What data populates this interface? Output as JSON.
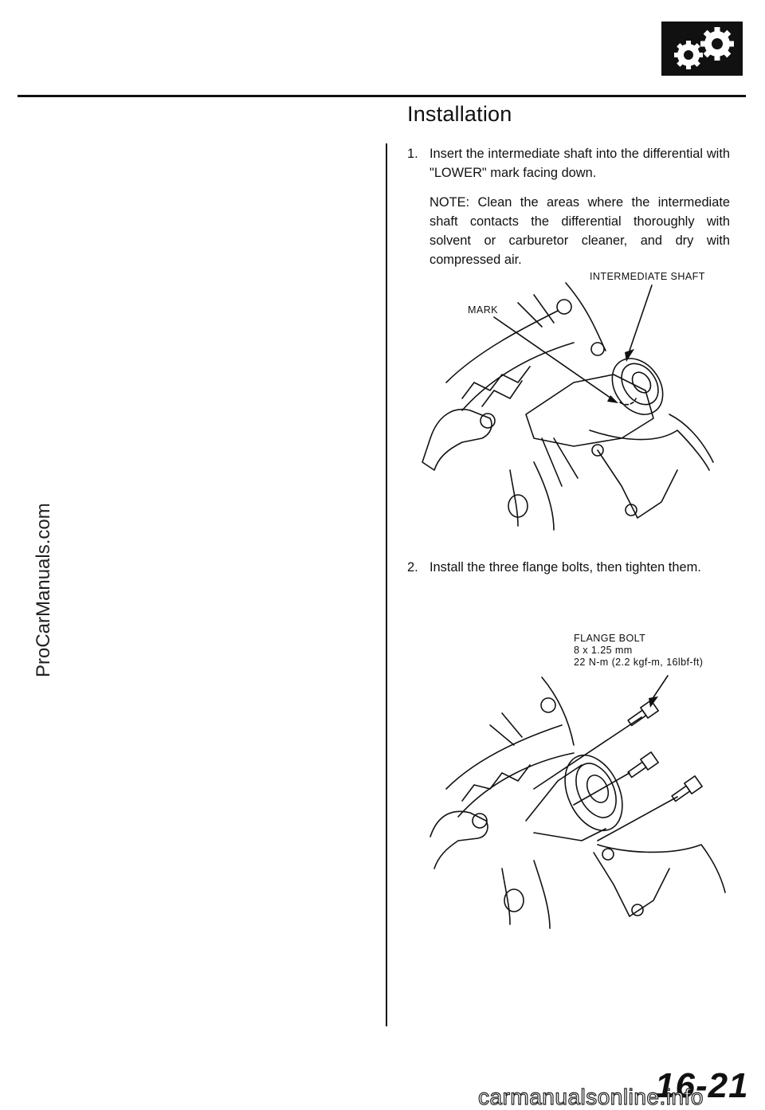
{
  "header": {
    "logo_icon": "gears-icon"
  },
  "section": {
    "title": "Installation"
  },
  "steps": [
    {
      "number": "1.",
      "text": "Insert the intermediate shaft into the differential with \"LOWER\" mark facing down."
    },
    {
      "number": "2.",
      "text": "Install the three flange bolts, then tighten them."
    }
  ],
  "note": "NOTE: Clean the areas where the intermediate shaft contacts the differential thoroughly with solvent or carburetor cleaner, and dry with compressed air.",
  "figure1": {
    "callout_shaft": "INTERMEDIATE SHAFT",
    "callout_mark": "MARK"
  },
  "figure2": {
    "callout_line1": "FLANGE BOLT",
    "callout_line2": "8 x 1.25 mm",
    "callout_line3": "22 N-m (2.2 kgf-m, 16lbf-ft)"
  },
  "page_number": "16-21",
  "watermark": "ProCarManuals.com",
  "footer_site": "carmanualsonline.info"
}
